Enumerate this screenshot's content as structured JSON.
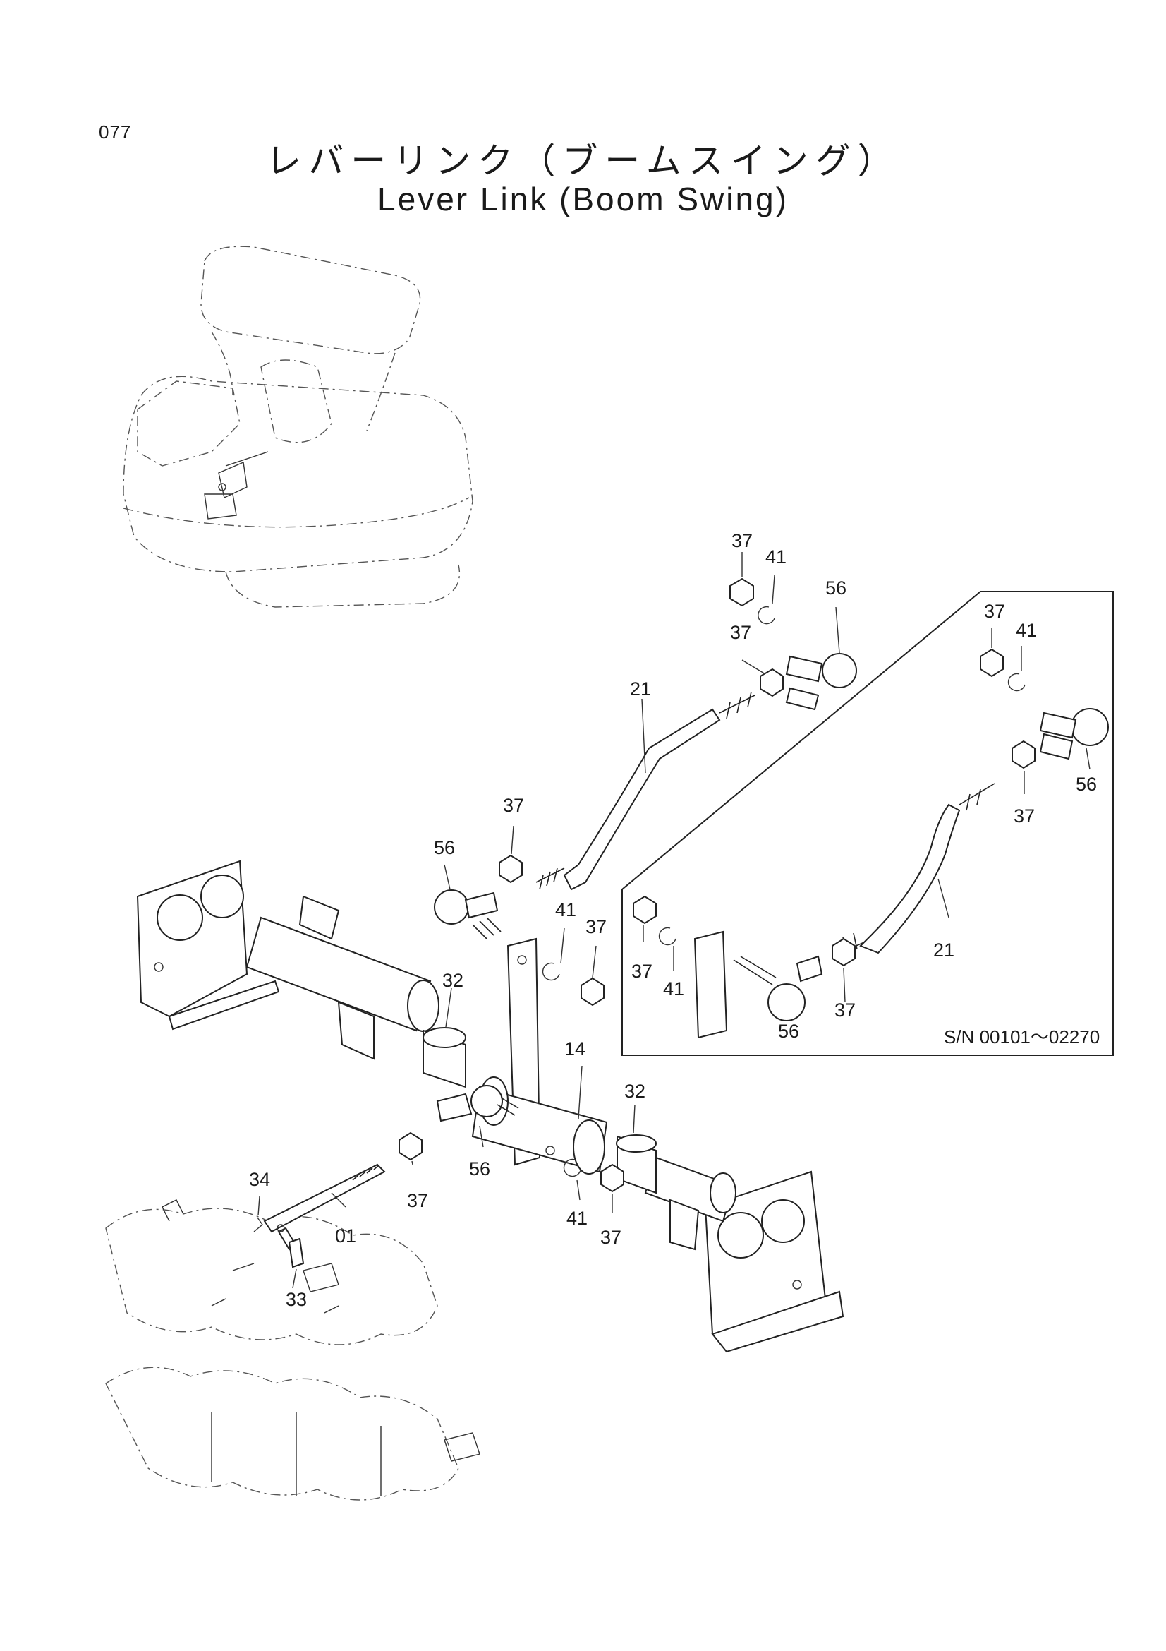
{
  "header": {
    "page_number": "077",
    "title_jp": "レバーリンク（ブームスイング）",
    "title_en": "Lever Link (Boom Swing)"
  },
  "inset": {
    "serial_range": "S/N 00101～02270"
  },
  "callouts": {
    "main": [
      "37",
      "41",
      "56",
      "37",
      "21",
      "37",
      "56",
      "41",
      "37",
      "32",
      "14",
      "32",
      "56",
      "37",
      "41",
      "37",
      "34",
      "01",
      "33"
    ],
    "inset": [
      "37",
      "41",
      "56",
      "37",
      "21",
      "37",
      "41",
      "56",
      "37"
    ]
  }
}
